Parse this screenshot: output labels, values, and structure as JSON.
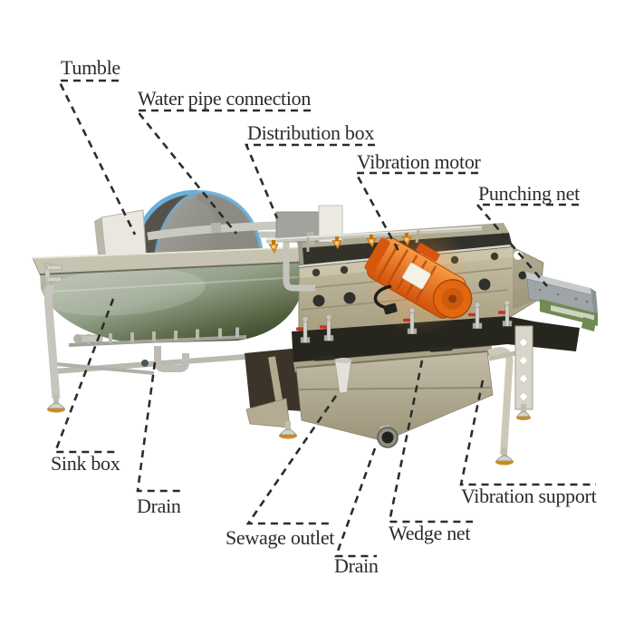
{
  "diagram": {
    "subject": "vegetable washing machine with vibration dewatering sieve",
    "labels": {
      "tumble": "Tumble",
      "water_pipe_connection": "Water pipe connection",
      "distribution_box": "Distribution box",
      "vibration_motor": "Vibration motor",
      "punching_net": "Punching net",
      "sink_box": "Sink box",
      "drain_left": "Drain",
      "sewage_outlet": "Sewage outlet",
      "wedge_net": "Wedge net",
      "drain_bottom": "Drain",
      "vibration_support": "Vibration support"
    },
    "colors": {
      "background": "#ffffff",
      "label_text": "#2b2b2b",
      "leader_line": "#2c2c2c",
      "machine_body": "#b2ad96",
      "tank_shadow": "#3c4a34",
      "hood_trim_blue": "#6aaeda",
      "motor_orange": "#e8610f",
      "nozzle_orange": "#e8921c",
      "chute_green": "#6f8b52",
      "pipe_silver": "#c9c9c2",
      "foot_pad_orange": "#cf8c1c"
    }
  }
}
